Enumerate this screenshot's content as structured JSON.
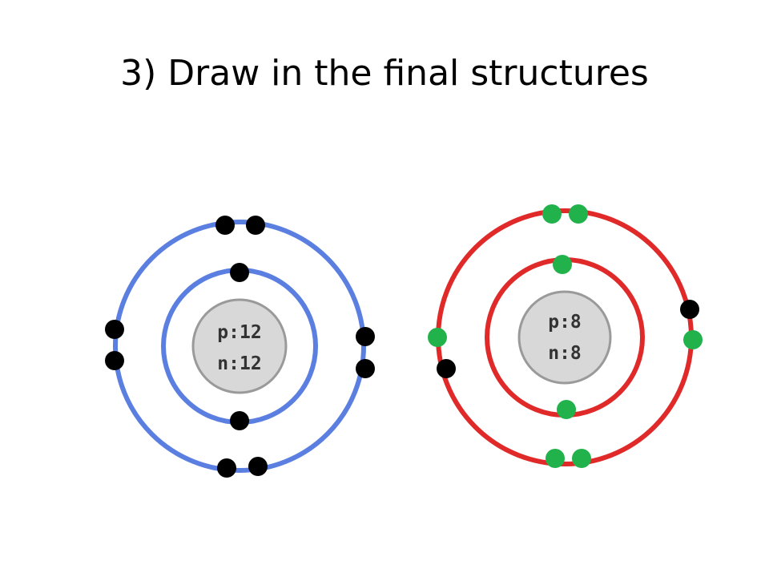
{
  "slide": {
    "title": "3) Draw in the final structures"
  },
  "colors": {
    "background": "#ffffff",
    "magnesium_shell": "#5a7fe0",
    "oxygen_shell": "#e02a2a",
    "nucleus_fill": "#d8d8d8",
    "nucleus_stroke": "#9a9a9a",
    "electron_black": "#000000",
    "electron_green": "#22b24c"
  },
  "atoms": [
    {
      "id": "magnesium",
      "nucleus": {
        "protons_label": "p:12",
        "neutrons_label": "n:12"
      },
      "shell_color_key": "magnesium_shell",
      "shells": [
        {
          "electrons": [
            "black",
            "black"
          ]
        },
        {
          "electrons": [
            "black",
            "black",
            "black",
            "black",
            "black",
            "black",
            "black",
            "black"
          ]
        }
      ]
    },
    {
      "id": "oxygen",
      "nucleus": {
        "protons_label": "p:8",
        "neutrons_label": "n:8"
      },
      "shell_color_key": "oxygen_shell",
      "shells": [
        {
          "electrons": [
            "green",
            "green"
          ]
        },
        {
          "electrons": [
            "green",
            "green",
            "green",
            "green",
            "green",
            "green",
            "black",
            "black"
          ]
        }
      ]
    }
  ]
}
